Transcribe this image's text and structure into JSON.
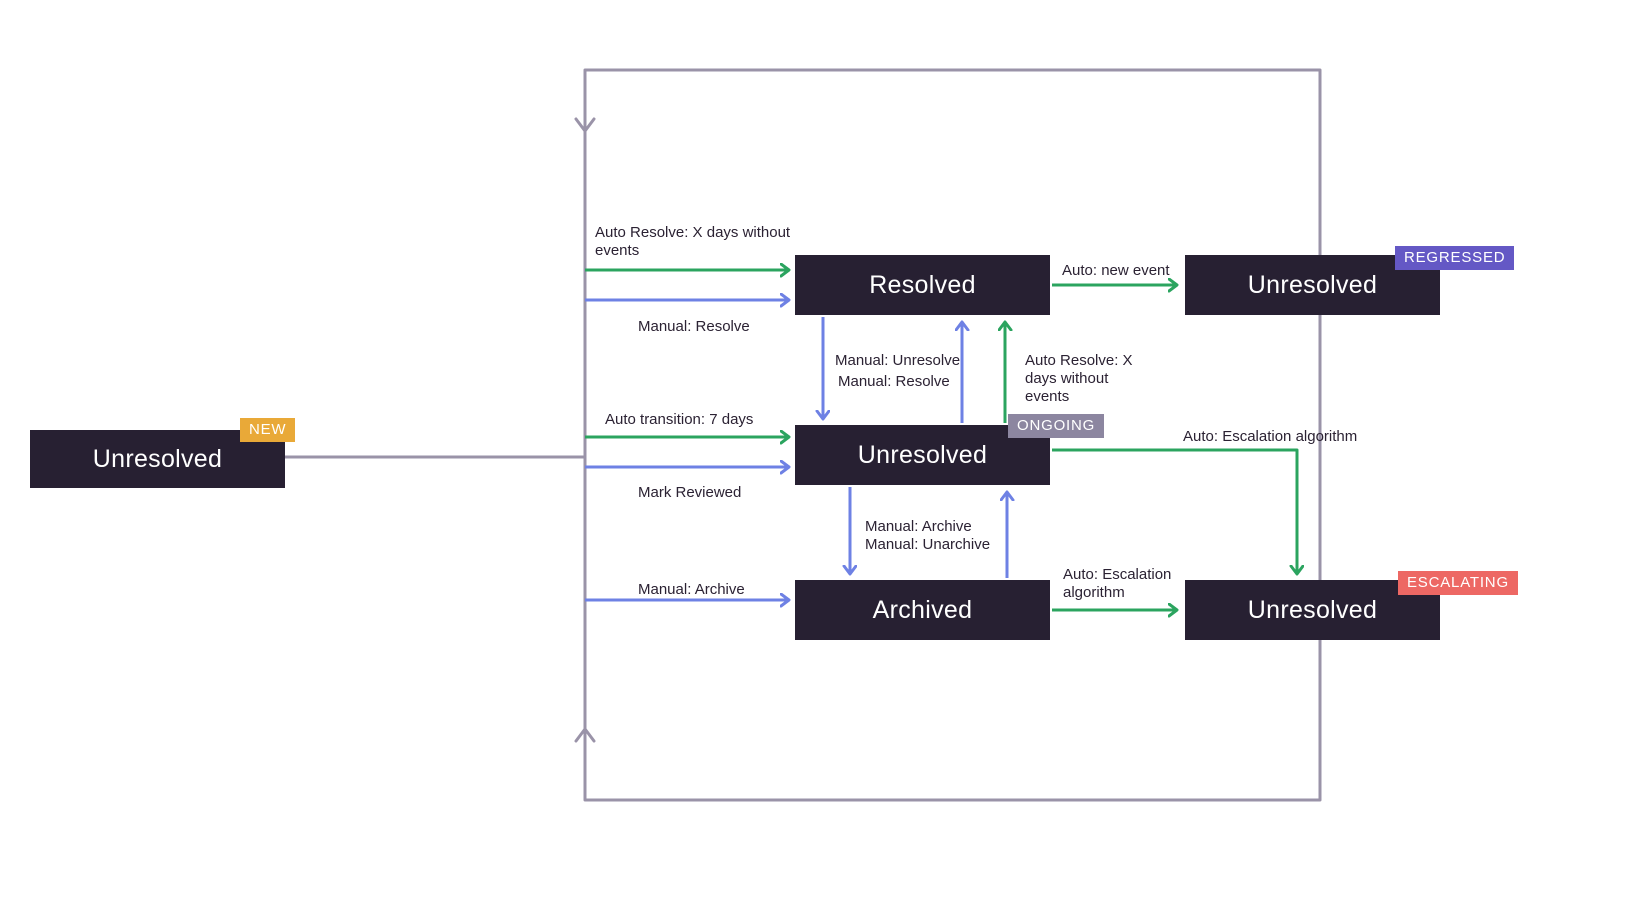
{
  "diagram": {
    "colors": {
      "green": "#2BA45F",
      "blue": "#6E81E4",
      "loop": "#9A93A8",
      "node_bg": "#272032",
      "node_text": "#FFFFFF",
      "label_text": "#2B2233",
      "badge_new": "#E9A938",
      "badge_ongoing": "#8C86A0",
      "badge_regressed": "#6458C5",
      "badge_escalating": "#ED6864",
      "background": "#FFFFFF"
    },
    "nodes": {
      "unresolved_new": {
        "label": "Unresolved",
        "badge": "NEW"
      },
      "resolved": {
        "label": "Resolved"
      },
      "unresolved_ongoing": {
        "label": "Unresolved",
        "badge": "ONGOING"
      },
      "archived": {
        "label": "Archived"
      },
      "unresolved_regressed": {
        "label": "Unresolved",
        "badge": "REGRESSED"
      },
      "unresolved_escalating": {
        "label": "Unresolved",
        "badge": "ESCALATING"
      }
    },
    "edge_labels": {
      "auto_resolve_new": "Auto Resolve: X days without\nevents",
      "manual_resolve_new": "Manual: Resolve",
      "auto_new_event": "Auto: new event",
      "manual_unresolve": "Manual: Unresolve",
      "manual_resolve_mid": "Manual: Resolve",
      "auto_resolve_ongoing": "Auto Resolve: X\ndays without\nevents",
      "auto_transition": "Auto transition: 7 days",
      "mark_reviewed": "Mark Reviewed",
      "auto_escalation_ongoing": "Auto: Escalation algorithm",
      "manual_archive_unarchive": "Manual: Archive\nManual: Unarchive",
      "manual_archive_new": "Manual: Archive",
      "auto_escalation_archived": "Auto: Escalation\nalgorithm"
    }
  }
}
